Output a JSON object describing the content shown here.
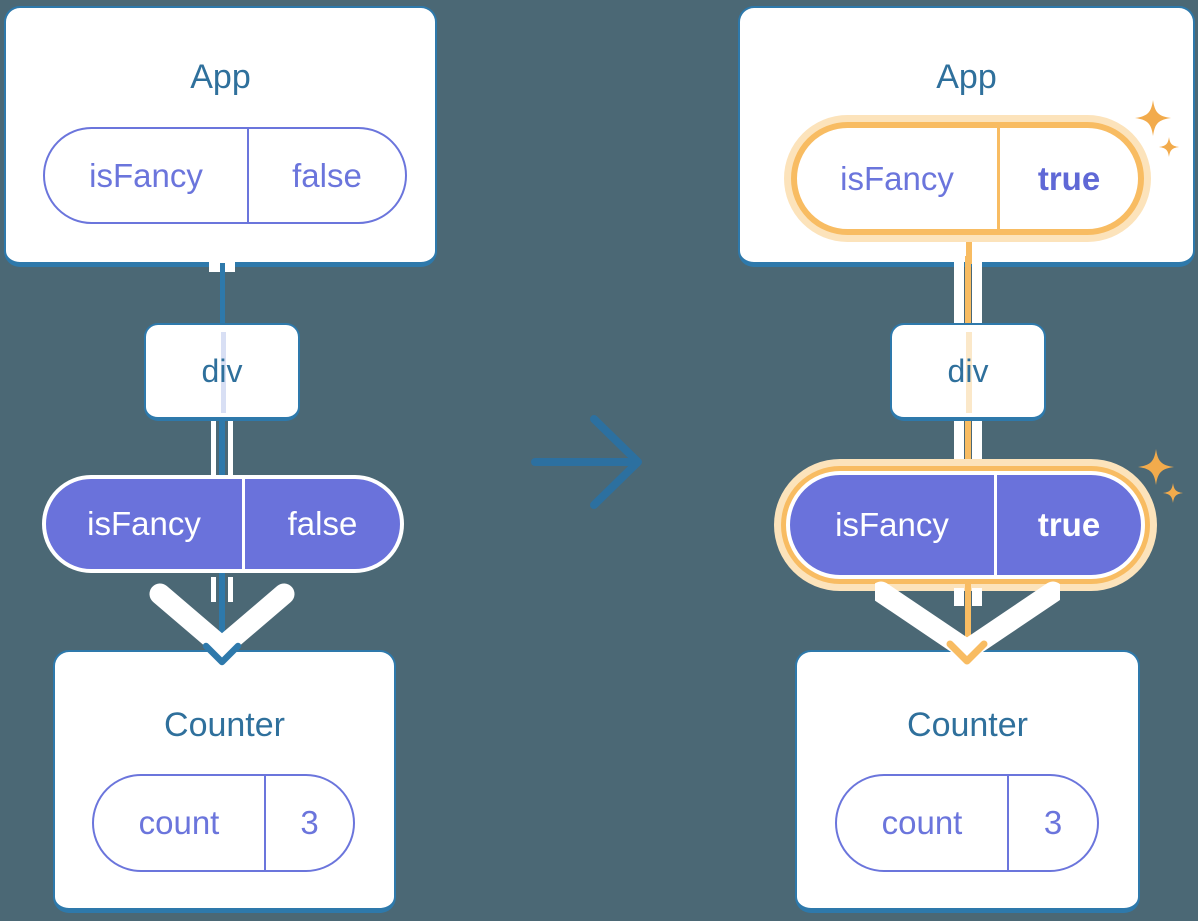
{
  "left_tree": {
    "app": {
      "title": "App",
      "prop": {
        "key": "isFancy",
        "value": "false"
      }
    },
    "div": {
      "label": "div"
    },
    "counter": {
      "title": "Counter",
      "state": {
        "key": "count",
        "value": "3"
      }
    }
  },
  "right_tree": {
    "app": {
      "title": "App",
      "prop": {
        "key": "isFancy",
        "value": "true"
      }
    },
    "div": {
      "label": "div"
    },
    "counter": {
      "title": "Counter",
      "state": {
        "key": "count",
        "value": "3"
      }
    }
  },
  "icons": {
    "transition": "right-arrow-icon",
    "down_arrow": "chevron-down-arrow-icon",
    "sparkles": "sparkle-icon"
  },
  "colors": {
    "background": "#4B6875",
    "card_background": "#FFFFFF",
    "card_border_blue": "#2E79AB",
    "title_text": "#2F709C",
    "purple_outline": "#6B75DC",
    "purple_fill": "#6A72DB",
    "purple_bold_value": "#5F68D6",
    "orange_highlight": "#F8BC62",
    "orange_halo": "#FCE3BB",
    "orange_faint_trace": "#FBE8C9",
    "lavender_faint_trace": "#D8DFF4",
    "sparkle": "#F2AB4C",
    "white_edge": "#FFFFFF"
  }
}
